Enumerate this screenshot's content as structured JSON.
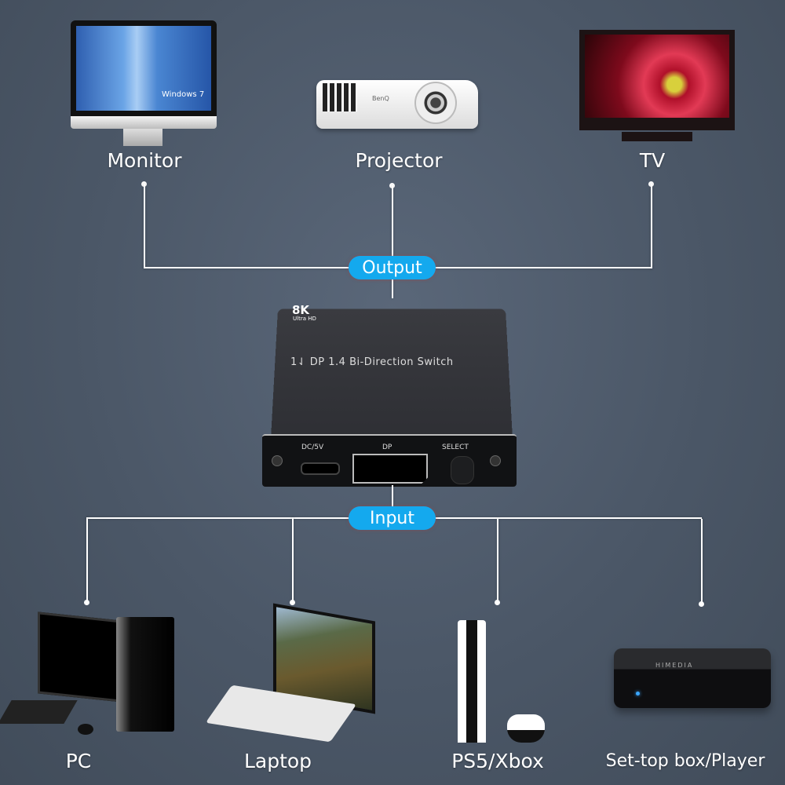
{
  "diagram": {
    "accent_color": "#14a9ee",
    "background_color": "#4f5b6b",
    "hub": {
      "name": "DP 1.4 Bi-Direction Switch",
      "title_text": "1⇃ DP 1.4 Bi-Direction Switch",
      "badge": "8K",
      "badge_sub": "Ultra HD",
      "ports": [
        "DC/5V",
        "DP",
        "SELECT"
      ]
    },
    "output": {
      "label": "Output",
      "devices": [
        {
          "label": "Monitor",
          "screen_text": "Windows 7"
        },
        {
          "label": "Projector",
          "brand_text": "BenQ"
        },
        {
          "label": "TV"
        }
      ]
    },
    "input": {
      "label": "Input",
      "devices": [
        {
          "label": "PC"
        },
        {
          "label": "Laptop"
        },
        {
          "label": "PS5/Xbox"
        },
        {
          "label": "Set-top box/Player",
          "brand_text": "HIMEDIA"
        }
      ]
    }
  }
}
